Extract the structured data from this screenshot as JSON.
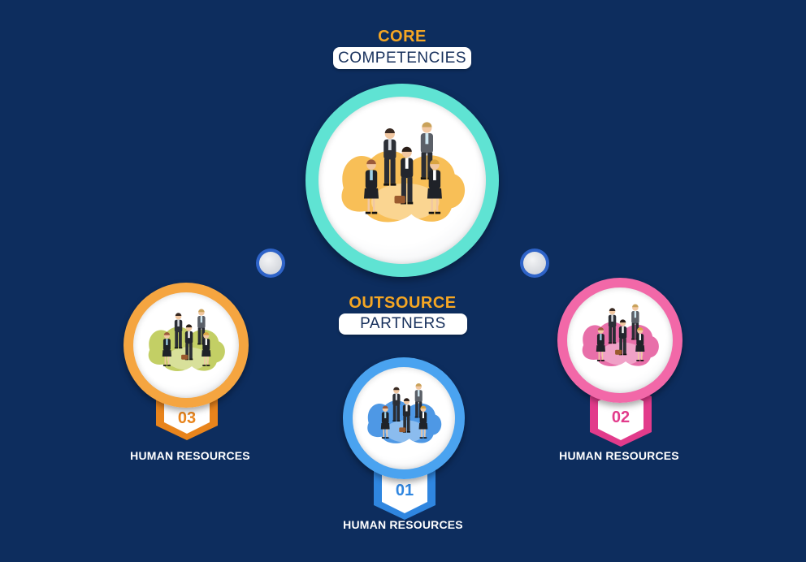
{
  "top": {
    "accent": "CORE",
    "pill": "COMPETENCIES"
  },
  "middle": {
    "accent": "OUTSOURCE",
    "pill": "PARTNERS"
  },
  "nodes": [
    {
      "number": "01",
      "label": "HUMAN RESOURCES",
      "color": "#2f86e0",
      "blob": "#2f86e0"
    },
    {
      "number": "02",
      "label": "HUMAN RESOURCES",
      "color": "#e23b8b",
      "blob": "#e4569a"
    },
    {
      "number": "03",
      "label": "HUMAN RESOURCES",
      "color": "#e8841c",
      "blob": "#b9c74a"
    }
  ],
  "colors": {
    "background": "#0d2d5e",
    "accent": "#f5a623",
    "main_ring": "#3fd0c0",
    "main_blob": "#f7b43a",
    "connector": "#2e63c8"
  },
  "icons": [
    "business-team-illustration",
    "connector-dot"
  ]
}
